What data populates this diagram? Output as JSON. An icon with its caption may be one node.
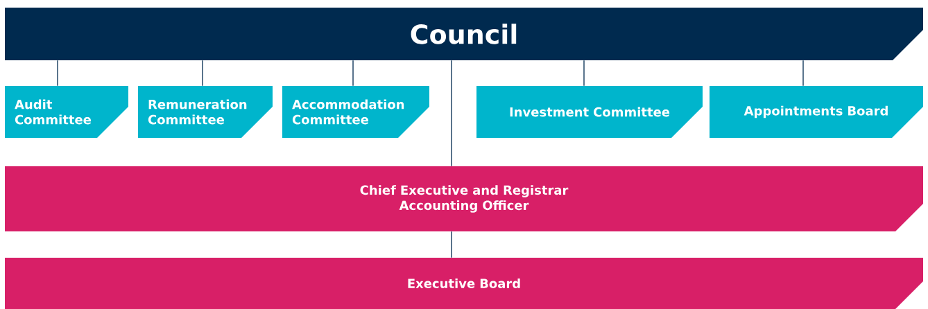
{
  "diagram": {
    "nodes": [
      {
        "text": [
          "Council"
        ]
      },
      {
        "text": [
          "Audit Committee"
        ]
      },
      {
        "text": [
          "Remuneration Committee"
        ]
      },
      {
        "text": [
          "Accommodation Committee"
        ]
      },
      {
        "text": [
          "Investment Committee"
        ]
      },
      {
        "text": [
          "Appointments Board"
        ]
      },
      {
        "text": [
          "Chief Executive and Registrar",
          "Accounting Officer"
        ]
      },
      {
        "text": [
          "Executive Board"
        ]
      }
    ],
    "edges": [
      {
        "from": 0,
        "to": 1,
        "arrow": "none"
      },
      {
        "from": 0,
        "to": 2,
        "arrow": "none"
      },
      {
        "from": 0,
        "to": 3,
        "arrow": "none"
      },
      {
        "from": 0,
        "to": 4,
        "arrow": "none"
      },
      {
        "from": 0,
        "to": 5,
        "arrow": "none"
      },
      {
        "from": 0,
        "to": 6,
        "arrow": "none"
      },
      {
        "from": 6,
        "to": 7,
        "arrow": "none"
      }
    ]
  }
}
